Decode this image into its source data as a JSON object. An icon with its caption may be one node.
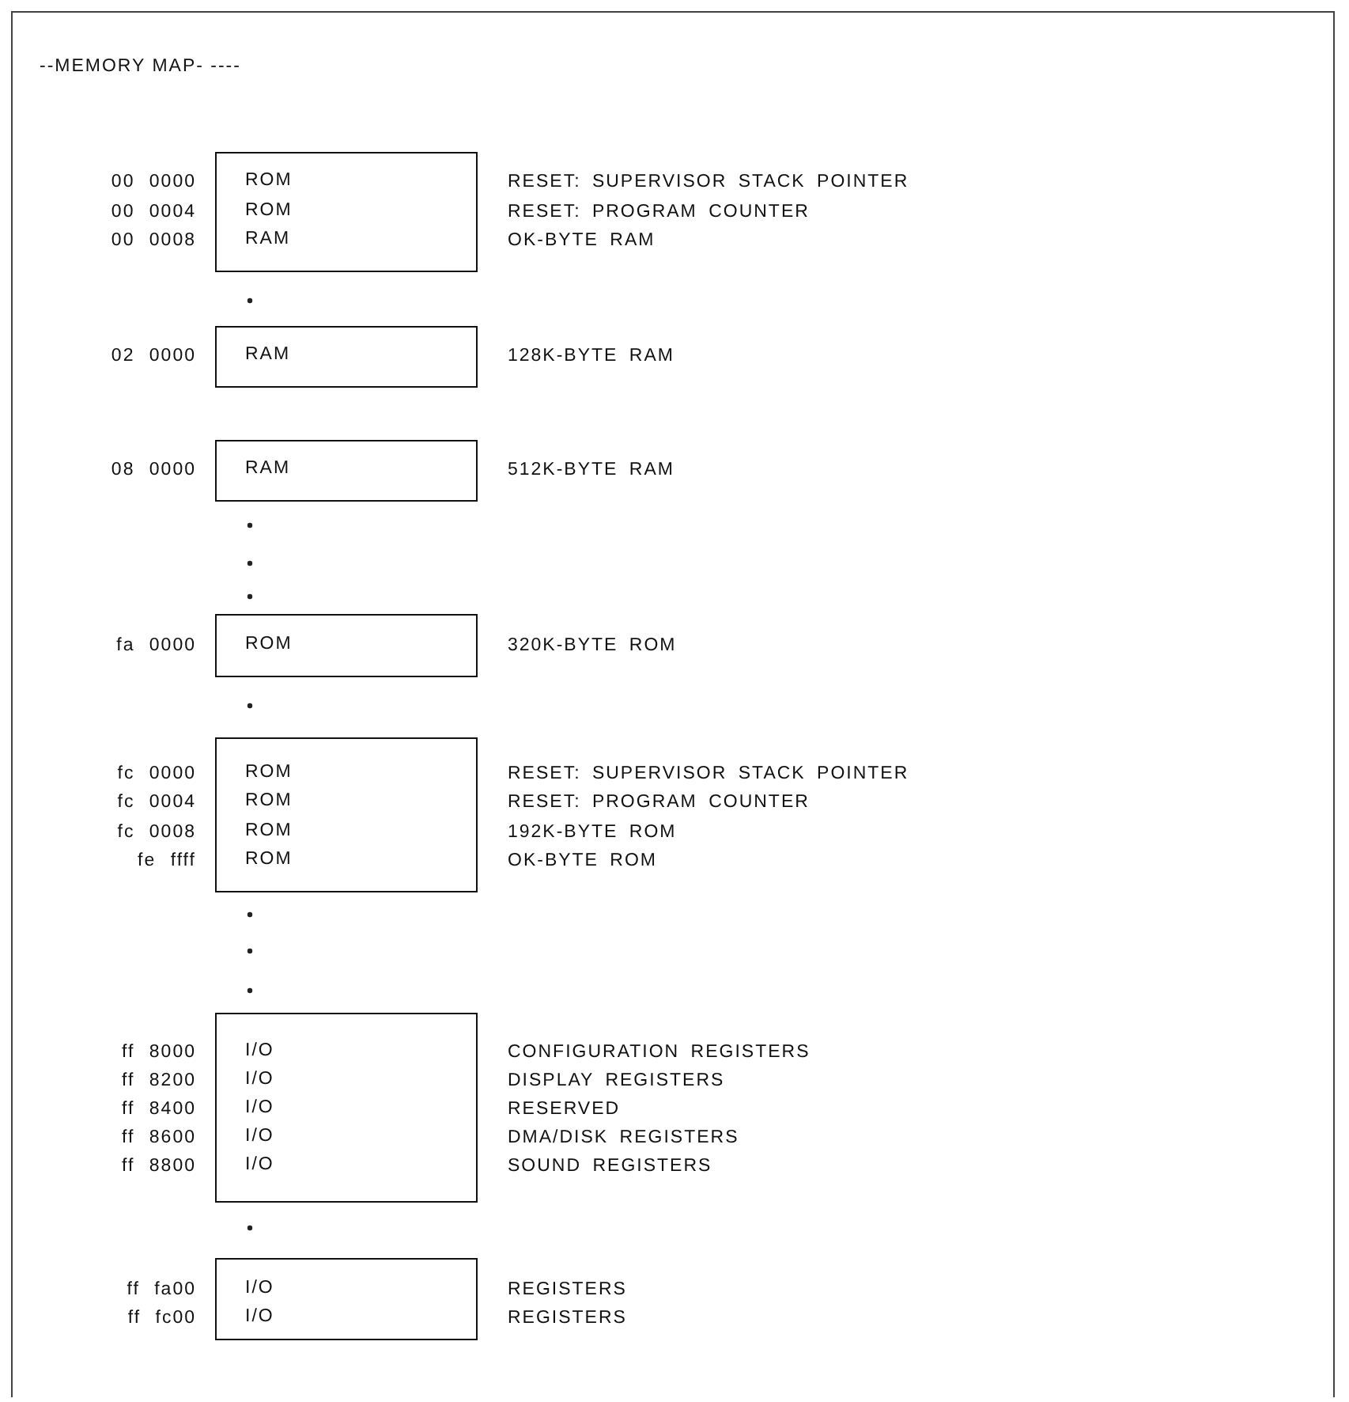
{
  "diagram": {
    "title": "--MEMORY MAP- ----",
    "nodes": [
      {
        "text": [
          "ROM",
          "ROM",
          "RAM"
        ],
        "beside": [
          "00 0000",
          "00 0004",
          "00 0008",
          "RESET: SUPERVISOR STACK POINTER",
          "RESET: PROGRAM COUNTER",
          "OK-BYTE RAM"
        ]
      },
      {
        "text": [
          "RAM"
        ],
        "beside": [
          "02 0000",
          "128K-BYTE RAM"
        ]
      },
      {
        "text": [
          "RAM"
        ],
        "beside": [
          "08 0000",
          "512K-BYTE RAM"
        ]
      },
      {
        "text": [
          "ROM"
        ],
        "beside": [
          "fa 0000",
          "320K-BYTE ROM"
        ]
      },
      {
        "text": [
          "ROM",
          "ROM",
          "ROM",
          "ROM"
        ],
        "beside": [
          "fc 0000",
          "fc 0004",
          "fc 0008",
          "fe ffff",
          "RESET: SUPERVISOR STACK POINTER",
          "RESET: PROGRAM COUNTER",
          "192K-BYTE ROM",
          "OK-BYTE ROM"
        ]
      },
      {
        "text": [
          "I/O",
          "I/O",
          "I/O",
          "I/O",
          "I/O"
        ],
        "beside": [
          "ff 8000",
          "ff 8200",
          "ff 8400",
          "ff 8600",
          "ff 8800",
          "CONFIGURATION REGISTERS",
          "DISPLAY REGISTERS",
          "RESERVED",
          "DMA/DISK REGISTERS",
          "SOUND REGISTERS"
        ]
      },
      {
        "text": [
          "I/O",
          "I/O"
        ],
        "beside": [
          "ff fa00",
          "ff fc00",
          "REGISTERS",
          "REGISTERS"
        ]
      }
    ]
  }
}
